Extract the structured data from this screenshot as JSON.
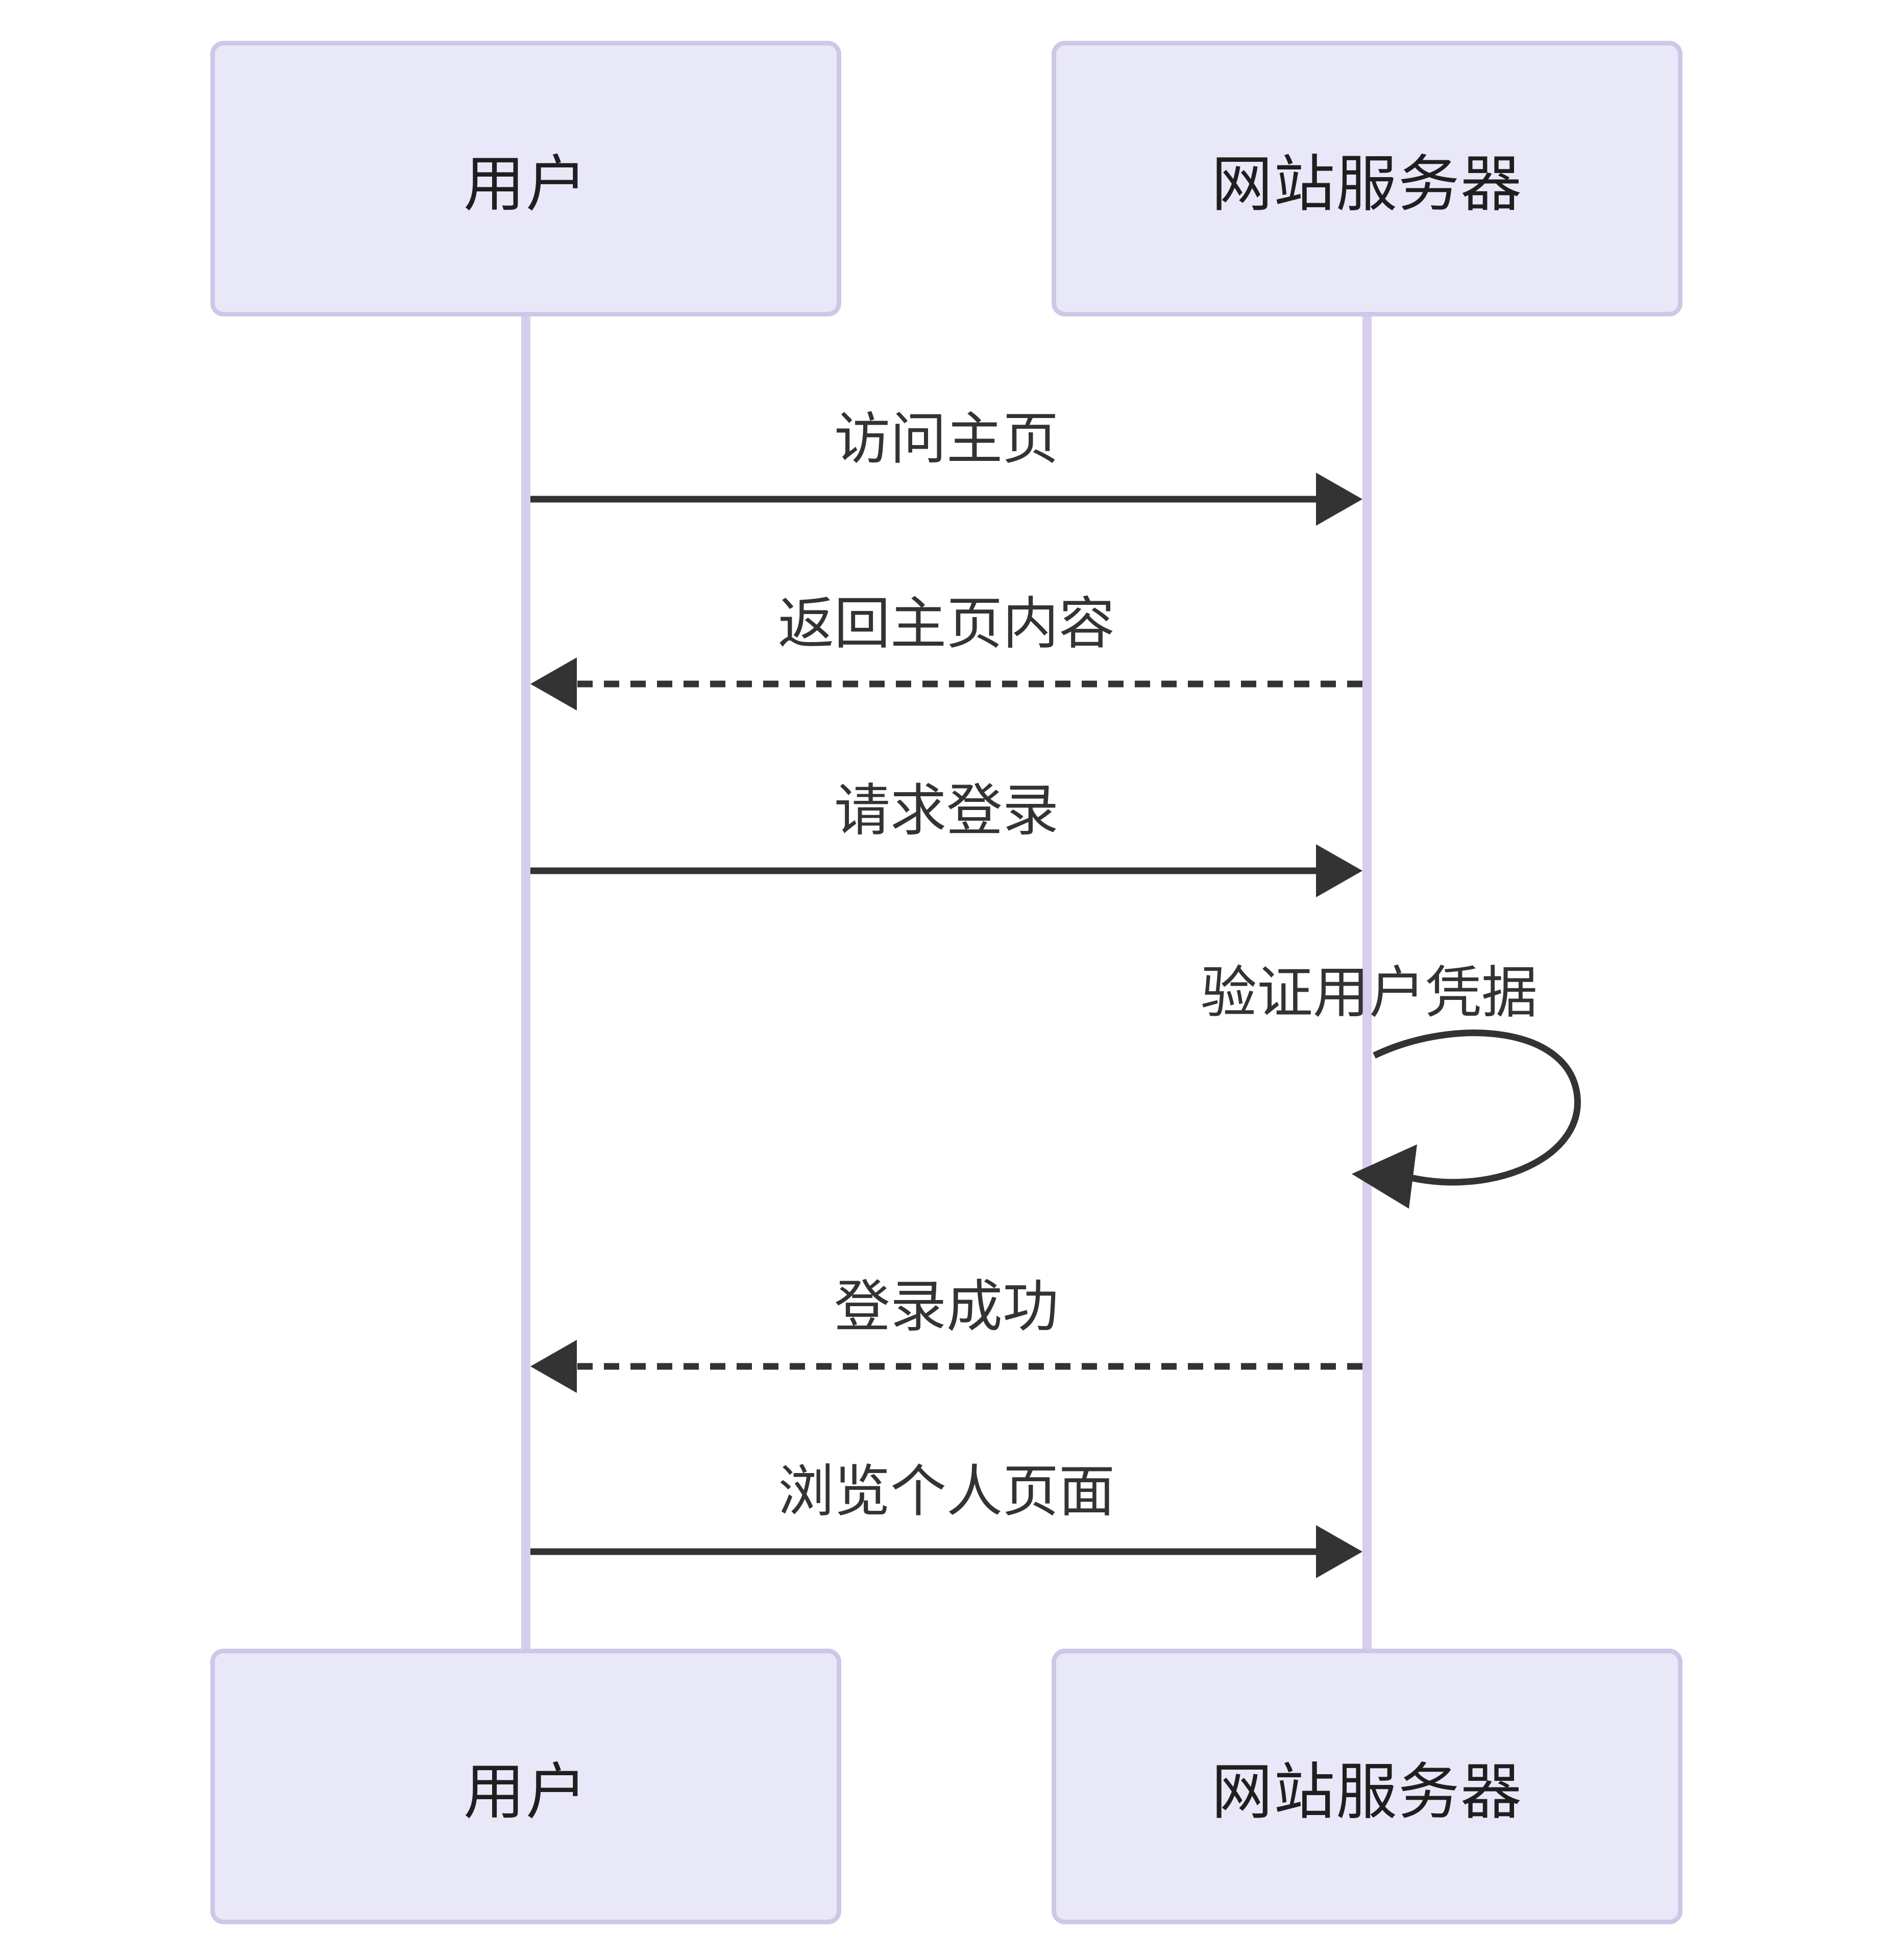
{
  "diagram": {
    "type": "sequence-diagram",
    "actors": [
      {
        "id": "user",
        "label": "用户"
      },
      {
        "id": "server",
        "label": "网站服务器"
      }
    ],
    "messages": [
      {
        "index": 1,
        "from": "user",
        "to": "server",
        "label": "访问主页",
        "line": "solid",
        "direction": "right"
      },
      {
        "index": 2,
        "from": "server",
        "to": "user",
        "label": "返回主页内容",
        "line": "dashed",
        "direction": "left"
      },
      {
        "index": 3,
        "from": "user",
        "to": "server",
        "label": "请求登录",
        "line": "solid",
        "direction": "right"
      },
      {
        "index": 4,
        "from": "server",
        "to": "server",
        "label": "验证用户凭据",
        "line": "solid",
        "direction": "self-loop"
      },
      {
        "index": 5,
        "from": "server",
        "to": "user",
        "label": "登录成功",
        "line": "dashed",
        "direction": "left"
      },
      {
        "index": 6,
        "from": "user",
        "to": "server",
        "label": "浏览个人页面",
        "line": "solid",
        "direction": "right"
      }
    ],
    "colors": {
      "background": "#FFFFFF",
      "actor_fill": "#E9E8F9",
      "actor_border": "#CFC7E7",
      "lifeline": "#D7CEED",
      "arrow": "#333333",
      "text": "#1F1F1F"
    }
  }
}
